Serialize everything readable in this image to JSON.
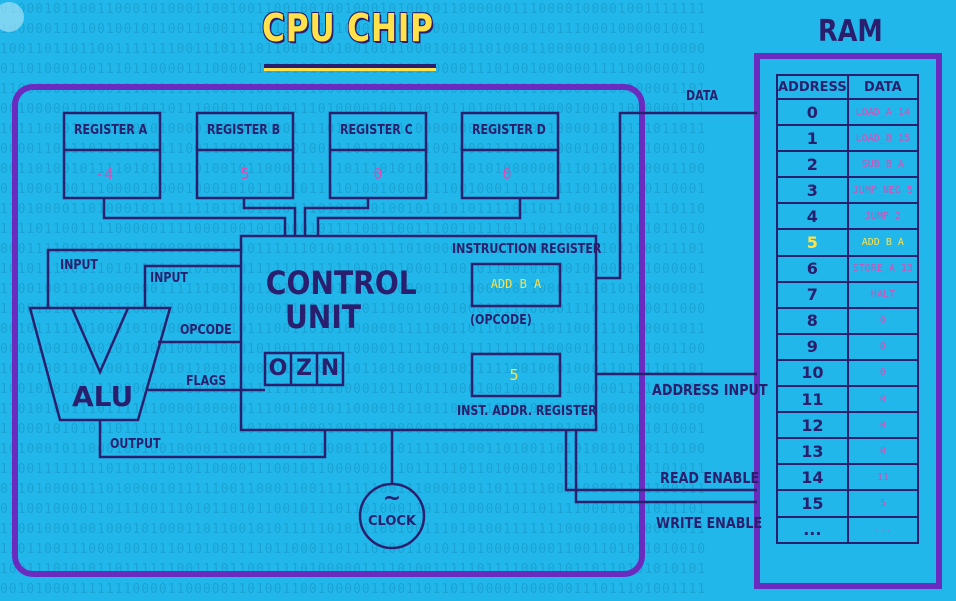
{
  "title": "CPU CHIP",
  "ram": {
    "title": "RAM",
    "headers": [
      "ADDRESS",
      "DATA"
    ],
    "rows": [
      {
        "addr": "0",
        "data": "LOAD_A 14"
      },
      {
        "addr": "1",
        "data": "LOAD_B 15"
      },
      {
        "addr": "2",
        "data": "SUB B A"
      },
      {
        "addr": "3",
        "data": "JUMP_NEG 5"
      },
      {
        "addr": "4",
        "data": "JUMP 2"
      },
      {
        "addr": "5",
        "data": "ADD B A"
      },
      {
        "addr": "6",
        "data": "STORE_A 13"
      },
      {
        "addr": "7",
        "data": "HALT"
      },
      {
        "addr": "8",
        "data": "0"
      },
      {
        "addr": "9",
        "data": "0"
      },
      {
        "addr": "10",
        "data": "0"
      },
      {
        "addr": "11",
        "data": "0"
      },
      {
        "addr": "12",
        "data": "0"
      },
      {
        "addr": "13",
        "data": "0"
      },
      {
        "addr": "14",
        "data": "11"
      },
      {
        "addr": "15",
        "data": "5"
      },
      {
        "addr": "...",
        "data": "..."
      }
    ],
    "highlight_row": 5
  },
  "registers": [
    {
      "label": "REGISTER A",
      "value": "-4"
    },
    {
      "label": "REGISTER B",
      "value": "5"
    },
    {
      "label": "REGISTER C",
      "value": "0"
    },
    {
      "label": "REGISTER D",
      "value": "0"
    }
  ],
  "control_unit": {
    "title_line1": "CONTROL",
    "title_line2": "UNIT",
    "instruction_register_label": "INSTRUCTION REGISTER",
    "instruction_value": "ADD B A",
    "opcode_label": "(OPCODE)",
    "inst_addr_label": "INST. ADDR. REGISTER",
    "inst_addr_value": "5",
    "flags": [
      "O",
      "Z",
      "N"
    ]
  },
  "alu": {
    "label": "ALU",
    "input1": "INPUT",
    "input2": "INPUT",
    "opcode": "OPCODE",
    "flags": "FLAGS",
    "output": "OUTPUT"
  },
  "clock": {
    "label": "CLOCK",
    "symbol": "~"
  },
  "bus_labels": {
    "data": "DATA",
    "address_input": "ADDRESS INPUT",
    "read_enable": "READ ENABLE",
    "write_enable": "WRITE ENABLE"
  },
  "colors": {
    "background": "#22b7ea",
    "wire": "#2a1f6e",
    "frame": "#6a2bbf",
    "value_pink": "#d44fb8",
    "highlight_yellow": "#ffe14a"
  }
}
